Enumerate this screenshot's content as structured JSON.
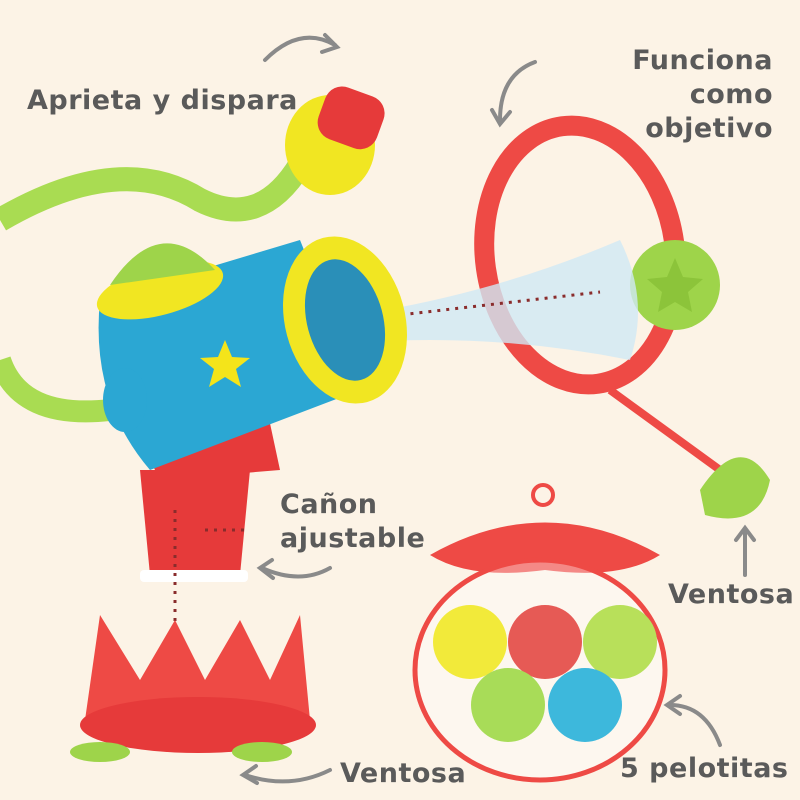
{
  "labels": {
    "squeeze": "Aprieta y dispara",
    "target_line1": "Funciona como",
    "target_line2": "objetivo",
    "cannon_line1": "Cañon",
    "cannon_line2": "ajustable",
    "suction_right": "Ventosa",
    "suction_bottom": "Ventosa",
    "balls": "5 pelotitas"
  },
  "colors": {
    "background": "#fcf3e6",
    "text": "#5a5a5a",
    "red": "#e8443f",
    "blue": "#2aa9d6",
    "yellow": "#f2e620",
    "green": "#9ed44a"
  }
}
